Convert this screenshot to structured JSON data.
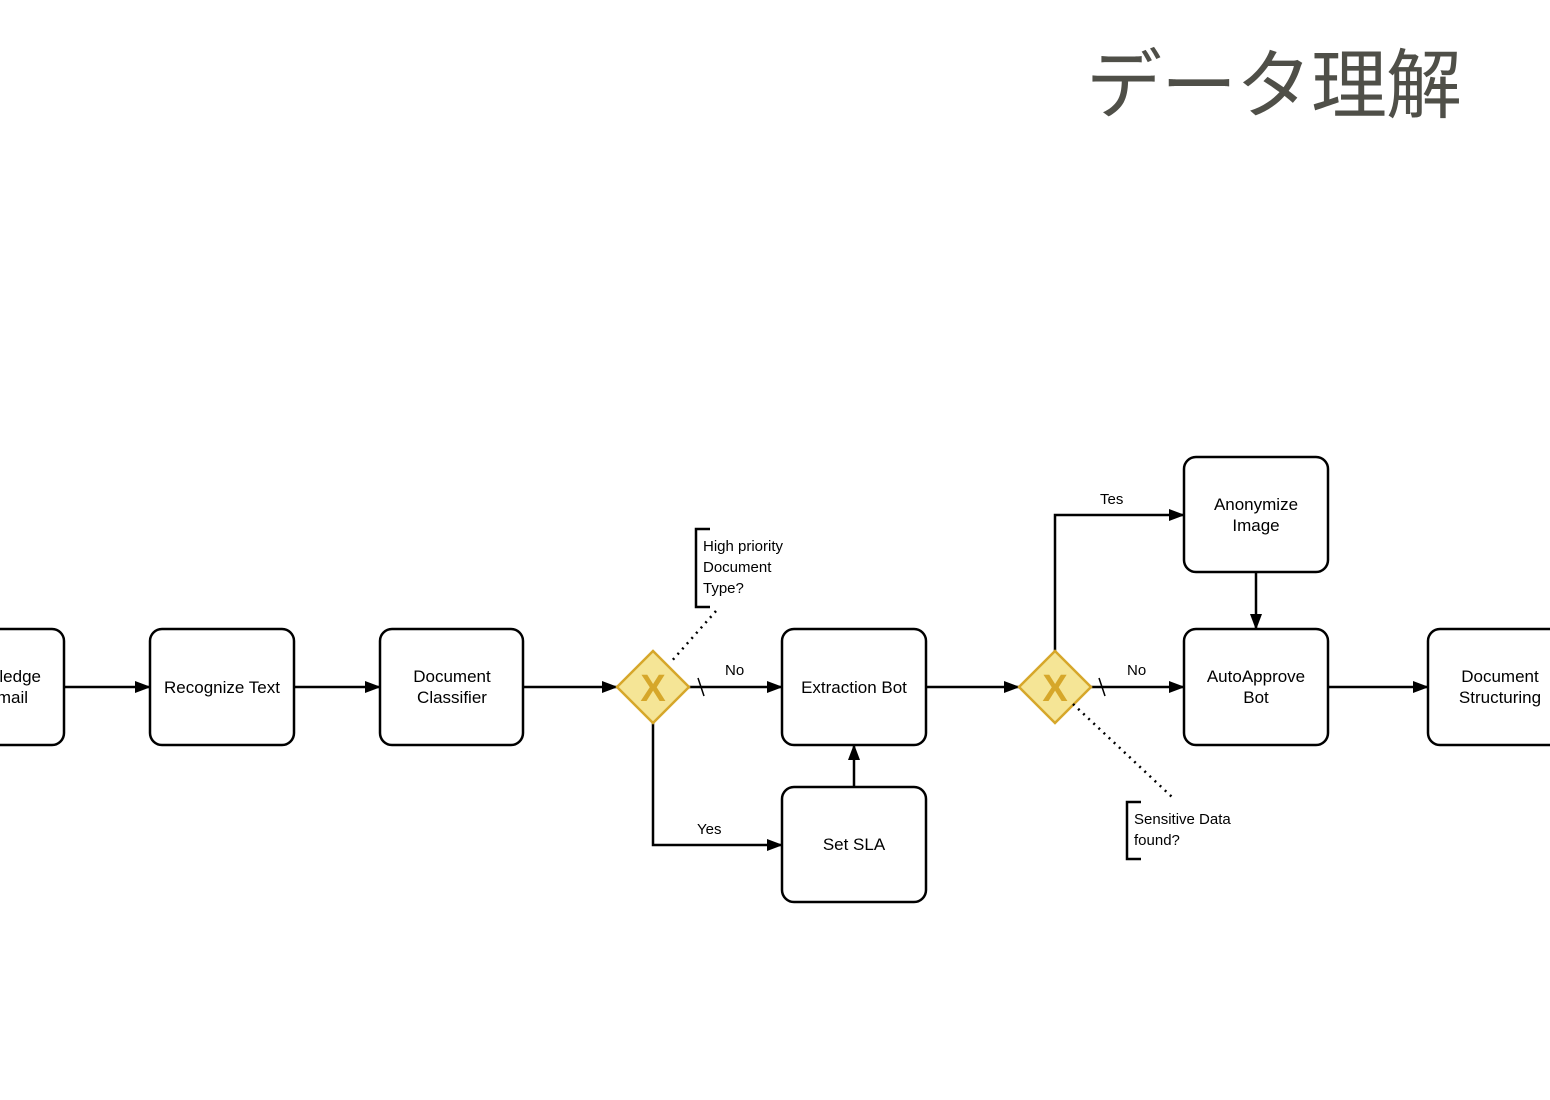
{
  "title": "データ理解",
  "colors": {
    "stroke": "#000000",
    "gateway_fill": "#f5e596",
    "gateway_stroke": "#d6a72a",
    "gateway_mark": "#d6a72a",
    "title_text": "#4f4f48"
  },
  "tasks": [
    {
      "id": "acknowledge-email",
      "lines": [
        "ledge",
        "mail"
      ]
    },
    {
      "id": "recognize-text",
      "lines": [
        "Recognize Text"
      ]
    },
    {
      "id": "document-classifier",
      "lines": [
        "Document",
        "Classifier"
      ]
    },
    {
      "id": "extraction-bot",
      "lines": [
        "Extraction Bot"
      ]
    },
    {
      "id": "set-sla",
      "lines": [
        "Set SLA"
      ]
    },
    {
      "id": "anonymize-image",
      "lines": [
        "Anonymize",
        "Image"
      ]
    },
    {
      "id": "autoapprove-bot",
      "lines": [
        "AutoApprove",
        "Bot"
      ]
    },
    {
      "id": "document-structuring",
      "lines": [
        "Document",
        "Structuring"
      ]
    }
  ],
  "gateways": [
    {
      "id": "priority-gateway",
      "mark": "X"
    },
    {
      "id": "sensitive-gateway",
      "mark": "X"
    }
  ],
  "annotations": [
    {
      "id": "priority-annotation",
      "lines": [
        "High priority",
        "Document",
        "Type?"
      ]
    },
    {
      "id": "sensitive-annotation",
      "lines": [
        "Sensitive Data",
        "found?"
      ]
    }
  ],
  "flow_labels": {
    "priority_no": "No",
    "priority_yes": "Yes",
    "sensitive_yes": "Tes",
    "sensitive_no": "No"
  }
}
